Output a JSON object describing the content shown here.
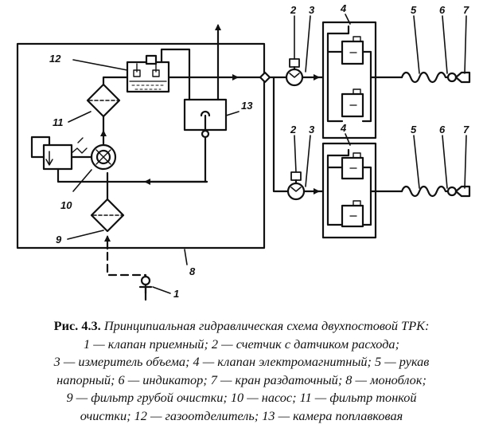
{
  "figure": {
    "labels": {
      "l1": "1",
      "l2a": "2",
      "l3a": "3",
      "l4a": "4",
      "l5a": "5",
      "l6a": "6",
      "l7a": "7",
      "l2b": "2",
      "l3b": "3",
      "l4b": "4",
      "l5b": "5",
      "l6b": "6",
      "l7b": "7",
      "l8": "8",
      "l9": "9",
      "l10": "10",
      "l11": "11",
      "l12": "12",
      "l13": "13"
    }
  },
  "caption": {
    "fig_num": "Рис. 4.3.",
    "lines": [
      "Принципиальная гидравлическая схема двухпостовой ТРК:",
      "1 — клапан приемный; 2 — счетчик с датчиком расхода;",
      "3 — измеритель объема; 4 — клапан электромагнитный; 5 — рукав",
      "напорный; 6 — индикатор; 7 — кран раздаточный; 8 — моноблок;",
      "9 — фильтр грубой очистки; 10 — насос; 11 — фильтр тонкой",
      "очистки; 12 — газоотделитель; 13 — камера поплавковая"
    ]
  }
}
